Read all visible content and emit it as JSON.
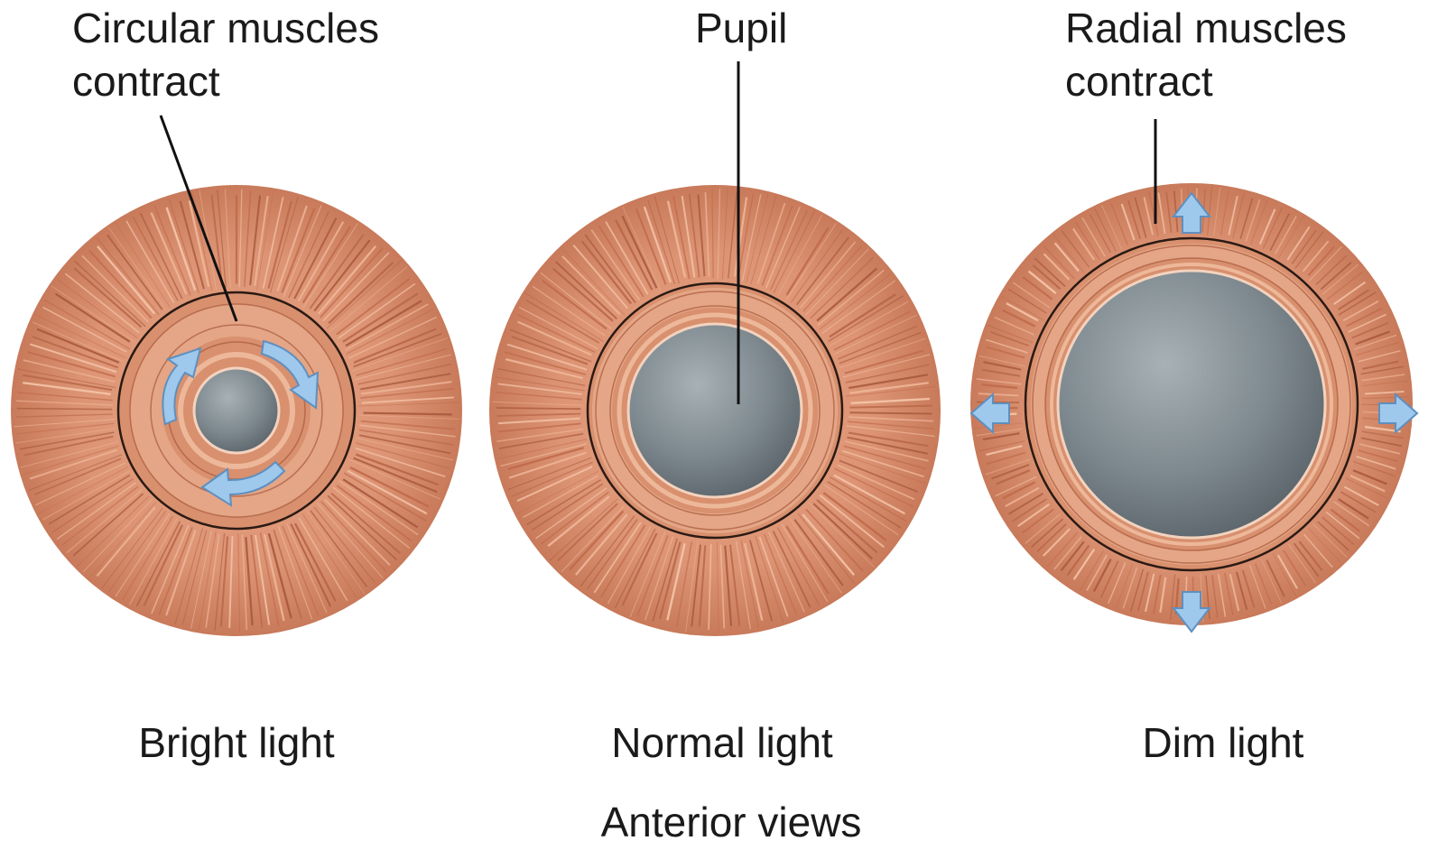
{
  "labels": {
    "circular_line1": "Circular muscles",
    "circular_line2": "contract",
    "pupil": "Pupil",
    "radial_line1": "Radial muscles",
    "radial_line2": "contract"
  },
  "captions": {
    "bright": "Bright light",
    "normal": "Normal light",
    "dim": "Dim light"
  },
  "footer": "Anterior views",
  "colors": {
    "iris_fibers": "#dc9474",
    "iris_dark": "#a8583c",
    "iris_light": "#f0b89a",
    "pupil": "#6f7b82",
    "pupil_light": "#a7b1b6",
    "arrow": "#9ec9ec",
    "arrow_stroke": "#5f8fbf",
    "ring": "#2a1a14"
  },
  "icons": {
    "rotation_arrows": "circular-rotation-arrow-icon",
    "expansion_arrows": "outward-arrow-icon"
  }
}
